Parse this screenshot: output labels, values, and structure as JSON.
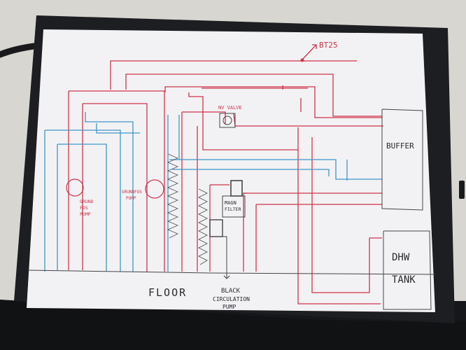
{
  "labels": {
    "sensor": "BT25",
    "valve": "NV VALVE",
    "buffer": "BUFFER",
    "grundfos_line1": "GRUND",
    "grundfos_line2": "FOS",
    "grundfos_line3": "PUMP",
    "grundfos2_line1": "GRUNDFOS",
    "grundfos2_line2": "PUMP",
    "magn_line1": "MAGN",
    "magn_line2": "FILTER",
    "floor": "FLOOR",
    "black_line1": "BLACK",
    "black_line2": "CIRCULATION",
    "black_line3": "PUMP",
    "dhw_line1": "DHW",
    "dhw_line2": "TANK"
  },
  "colors": {
    "hot_pipe": "#d0344b",
    "cold_pipe": "#3f96c8",
    "pencil": "#454548",
    "paper": "#f3f3f5",
    "tablet": "#1d1e22"
  }
}
